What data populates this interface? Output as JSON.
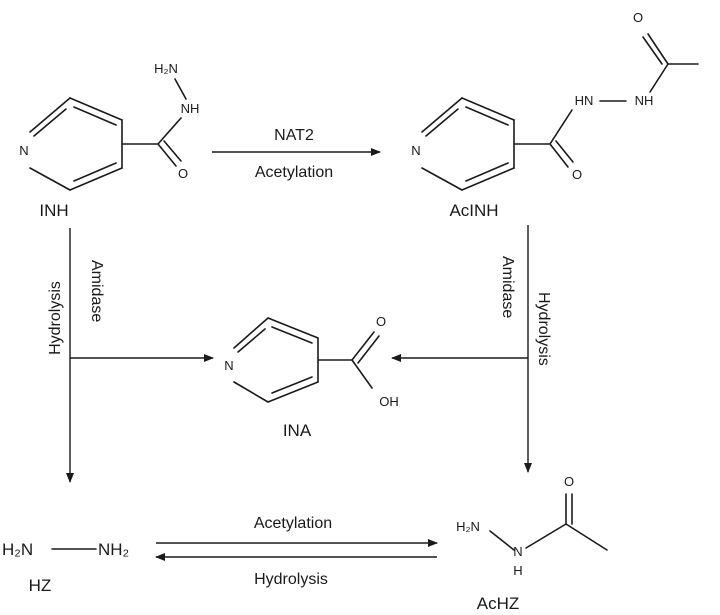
{
  "compounds": {
    "inh": "INH",
    "acinh": "AcINH",
    "ina": "INA",
    "hz": "HZ",
    "achz": "AcHZ"
  },
  "atoms": {
    "n": "N",
    "o": "O",
    "oh": "OH",
    "nh": "NH",
    "hn": "HN",
    "h": "H",
    "h2n": "H₂N",
    "nh2": "NH₂"
  },
  "reactions": {
    "top_enzyme": "NAT2",
    "top_process": "Acetylation",
    "left_enzyme": "Amidase",
    "left_process": "Hydrolysis",
    "right_enzyme": "Amidase",
    "right_process": "Hydrolysis",
    "bottom_forward": "Acetylation",
    "bottom_reverse": "Hydrolysis"
  }
}
